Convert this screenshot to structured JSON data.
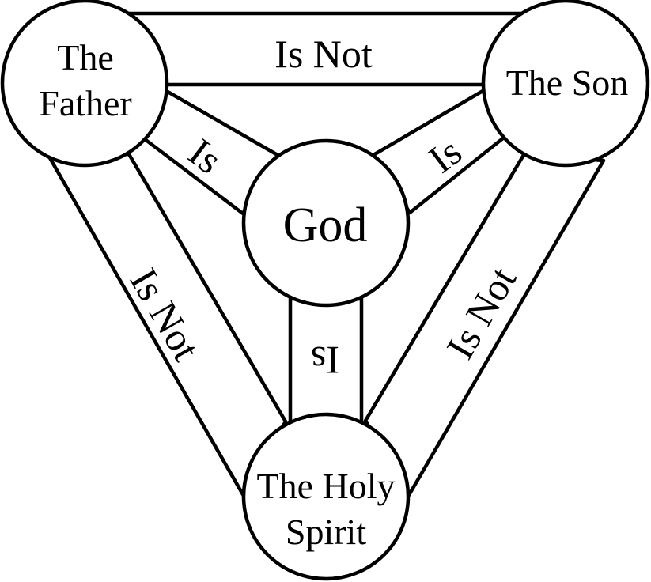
{
  "nodes": {
    "father": {
      "lines": [
        "The",
        "Father"
      ]
    },
    "son": {
      "lines": [
        "The Son"
      ]
    },
    "spirit": {
      "lines": [
        "The Holy",
        "Spirit"
      ]
    },
    "god": {
      "lines": [
        "God"
      ]
    }
  },
  "edges": {
    "father_son": "Is Not",
    "father_spirit": "Is Not",
    "son_spirit": "Is Not",
    "father_god": "Is",
    "son_god": "Is",
    "spirit_god": "Is"
  },
  "colors": {
    "stroke": "#000000",
    "fill": "#ffffff"
  }
}
